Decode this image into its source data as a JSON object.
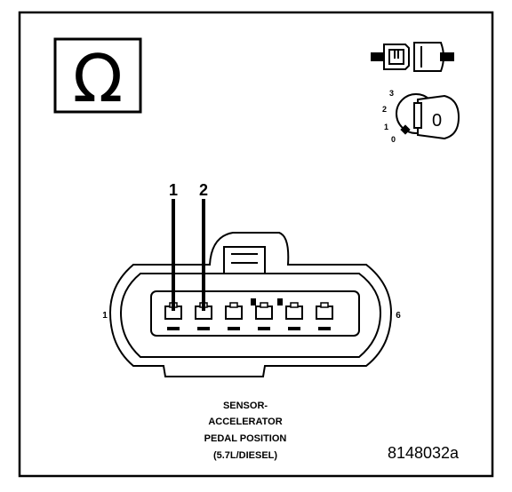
{
  "symbols": {
    "ohmmeter_symbol": "Ω",
    "connector_disconnected_icon": "connector-disconnected-icon",
    "ignition_key_icon": "ignition-key-icon",
    "key_positions": [
      "3",
      "2",
      "1",
      "0"
    ],
    "key_label": "0"
  },
  "callouts": {
    "pin1": "1",
    "pin2": "2"
  },
  "connector": {
    "left_pin_label": "1",
    "right_pin_label": "6",
    "cavity_count": 6,
    "probed_pins": [
      1,
      2
    ]
  },
  "caption": {
    "line1": "SENSOR-",
    "line2": "ACCELERATOR",
    "line3": "PEDAL POSITION",
    "line4": "(5.7L/DIESEL)"
  },
  "figure_id": "8148032a",
  "colors": {
    "stroke": "#000000",
    "background": "#ffffff"
  }
}
